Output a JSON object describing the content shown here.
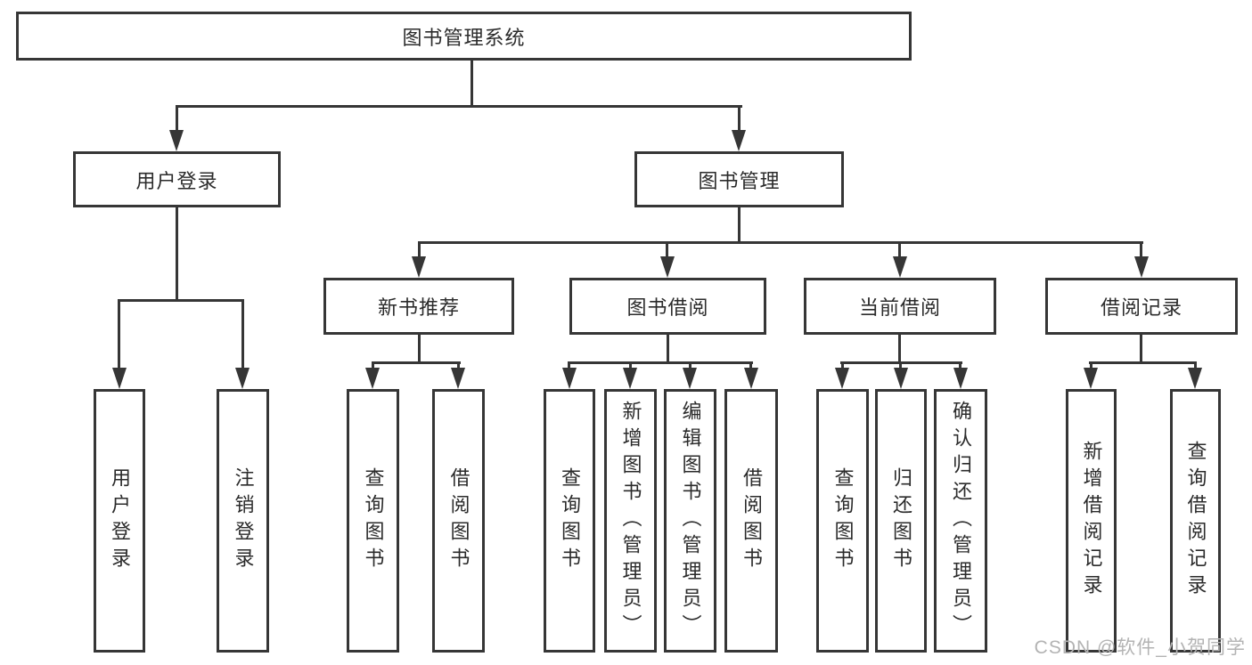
{
  "diagram": {
    "type": "hierarchy-org-chart",
    "root": {
      "label": "图书管理系统"
    },
    "user_login": {
      "label": "用户登录",
      "children": {
        "login": {
          "label": "用户登录"
        },
        "logout": {
          "label": "注销登录"
        }
      }
    },
    "book_mgmt": {
      "label": "图书管理",
      "children": {
        "new_book_rec": {
          "label": "新书推荐",
          "children": {
            "query_books": {
              "label": "查询图书"
            },
            "borrow_books": {
              "label": "借阅图书"
            }
          }
        },
        "book_borrow": {
          "label": "图书借阅",
          "children": {
            "query_books": {
              "label": "查询图书"
            },
            "add_books": {
              "label": "新增图书（管理员）"
            },
            "edit_books": {
              "label": "编辑图书（管理员）"
            },
            "borrow_books": {
              "label": "借阅图书"
            }
          }
        },
        "current_borrow": {
          "label": "当前借阅",
          "children": {
            "query_books": {
              "label": "查询图书"
            },
            "return_books": {
              "label": "归还图书"
            },
            "confirm_return": {
              "label": "确认归还（管理员）"
            }
          }
        },
        "borrow_record": {
          "label": "借阅记录",
          "children": {
            "add_record": {
              "label": "新增借阅记录"
            },
            "query_record": {
              "label": "查询借阅记录"
            }
          }
        }
      }
    }
  },
  "watermark": {
    "text": "CSDN @软件_小贺同学"
  },
  "colors": {
    "line": "#363636",
    "box_border": "#363636",
    "box_fill": "#ffffff",
    "text": "#2b2b2b",
    "watermark": "#b3b3b3",
    "background": "#ffffff"
  }
}
